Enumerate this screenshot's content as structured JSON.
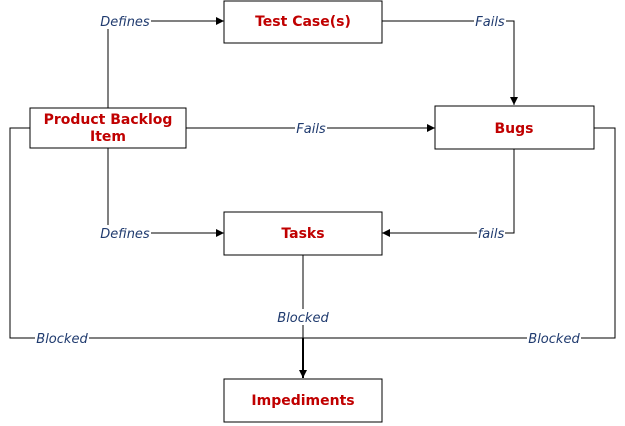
{
  "colors": {
    "node_text": "#c00000",
    "edge_text": "#1f3a6e",
    "lines": "#000000",
    "background": "#ffffff"
  },
  "nodes": {
    "test_cases": "Test Case(s)",
    "pbi_line1": "Product Backlog",
    "pbi_line2": "Item",
    "bugs": "Bugs",
    "tasks": "Tasks",
    "impediments": "Impediments"
  },
  "edges": {
    "pbi_defines_test_cases": "Defines",
    "test_cases_fails_bugs": "Fails",
    "pbi_fails_bugs": "Fails",
    "pbi_defines_tasks": "Defines",
    "bugs_fails_tasks": "fails",
    "tasks_blocked_impediments": "Blocked",
    "pbi_blocked_impediments": "Blocked",
    "bugs_blocked_impediments": "Blocked"
  }
}
